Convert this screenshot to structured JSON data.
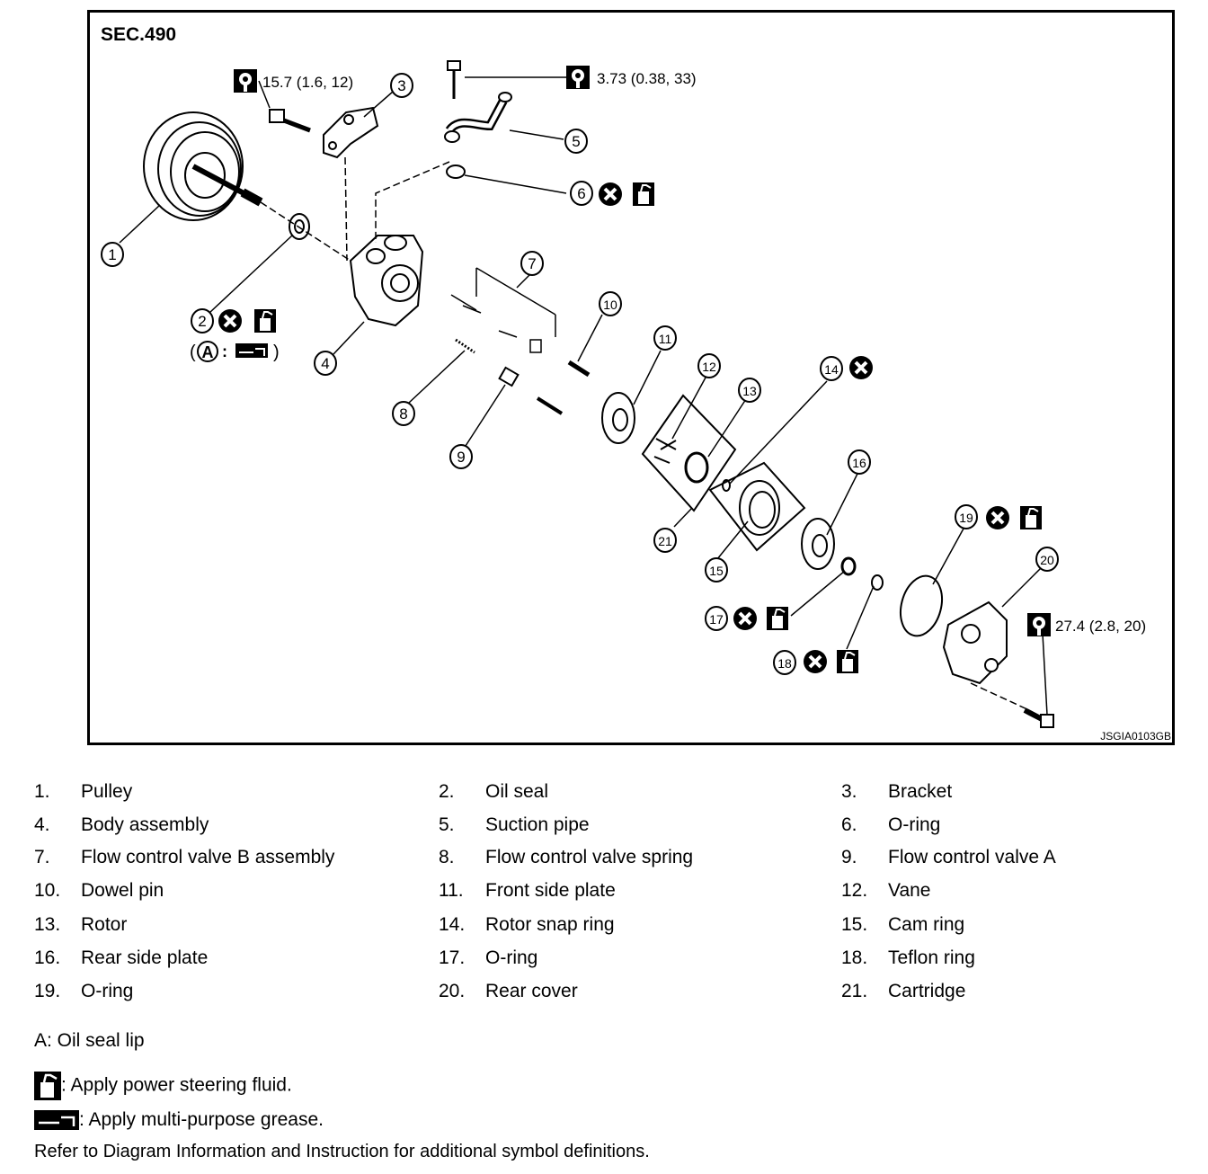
{
  "diagram": {
    "section": "SEC.490",
    "image_code": "JSGIA0103GB",
    "torques": {
      "bracket_bolt": "15.7 (1.6, 12)",
      "suction_bolt": "3.73 (0.38, 33)",
      "rear_cover_bolt": "27.4 (2.8, 20)"
    },
    "callouts": [
      "1",
      "2",
      "3",
      "4",
      "5",
      "6",
      "7",
      "8",
      "9",
      "10",
      "11",
      "12",
      "13",
      "14",
      "15",
      "16",
      "17",
      "18",
      "19",
      "20",
      "21"
    ],
    "note_a": "A",
    "note_a_colon": ":"
  },
  "legend": {
    "items": [
      {
        "num": "1.",
        "label": "Pulley"
      },
      {
        "num": "2.",
        "label": "Oil seal"
      },
      {
        "num": "3.",
        "label": "Bracket"
      },
      {
        "num": "4.",
        "label": "Body assembly"
      },
      {
        "num": "5.",
        "label": "Suction pipe"
      },
      {
        "num": "6.",
        "label": "O-ring"
      },
      {
        "num": "7.",
        "label": "Flow control valve B assembly"
      },
      {
        "num": "8.",
        "label": "Flow control valve spring"
      },
      {
        "num": "9.",
        "label": "Flow control valve A"
      },
      {
        "num": "10.",
        "label": "Dowel pin"
      },
      {
        "num": "11.",
        "label": "Front side plate"
      },
      {
        "num": "12.",
        "label": "Vane"
      },
      {
        "num": "13.",
        "label": "Rotor"
      },
      {
        "num": "14.",
        "label": "Rotor snap ring"
      },
      {
        "num": "15.",
        "label": "Cam ring"
      },
      {
        "num": "16.",
        "label": "Rear side plate"
      },
      {
        "num": "17.",
        "label": "O-ring"
      },
      {
        "num": "18.",
        "label": "Teflon ring"
      },
      {
        "num": "19.",
        "label": "O-ring"
      },
      {
        "num": "20.",
        "label": "Rear cover"
      },
      {
        "num": "21.",
        "label": "Cartridge"
      }
    ]
  },
  "notes": {
    "a": "A: Oil seal lip",
    "fluid": ": Apply power steering fluid.",
    "grease": ": Apply multi-purpose grease.",
    "refer": "Refer to Diagram Information and Instruction for additional symbol definitions."
  }
}
